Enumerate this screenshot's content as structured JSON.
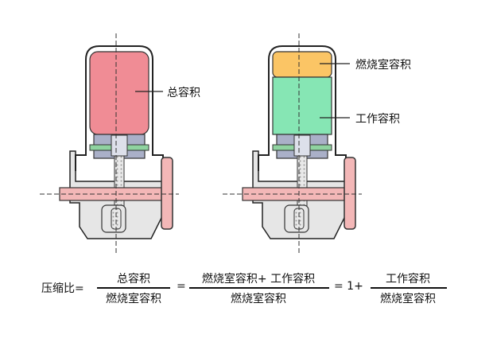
{
  "labels": {
    "total_volume": "总容积",
    "combustion_volume": "燃烧室容积",
    "working_volume": "工作容积"
  },
  "formula": {
    "lhs": "压缩比=",
    "frac1_num": "总容积",
    "frac1_den": "燃烧室容积",
    "eq2": "=",
    "frac2_num": "燃烧室容积+ 工作容积",
    "frac2_den": "燃烧室容积",
    "eq3": "= 1+",
    "frac3_num": "工作容积",
    "frac3_den": "燃烧室容积"
  },
  "colors": {
    "total_volume_fill": "#f08c95",
    "combustion_fill": "#fbc565",
    "working_fill": "#86e6b4",
    "crank_disc": "#f3b7b7",
    "piston_grey": "#aab0c8",
    "ring_green": "#8fd3a0",
    "block_grey": "#e6e6e6"
  }
}
